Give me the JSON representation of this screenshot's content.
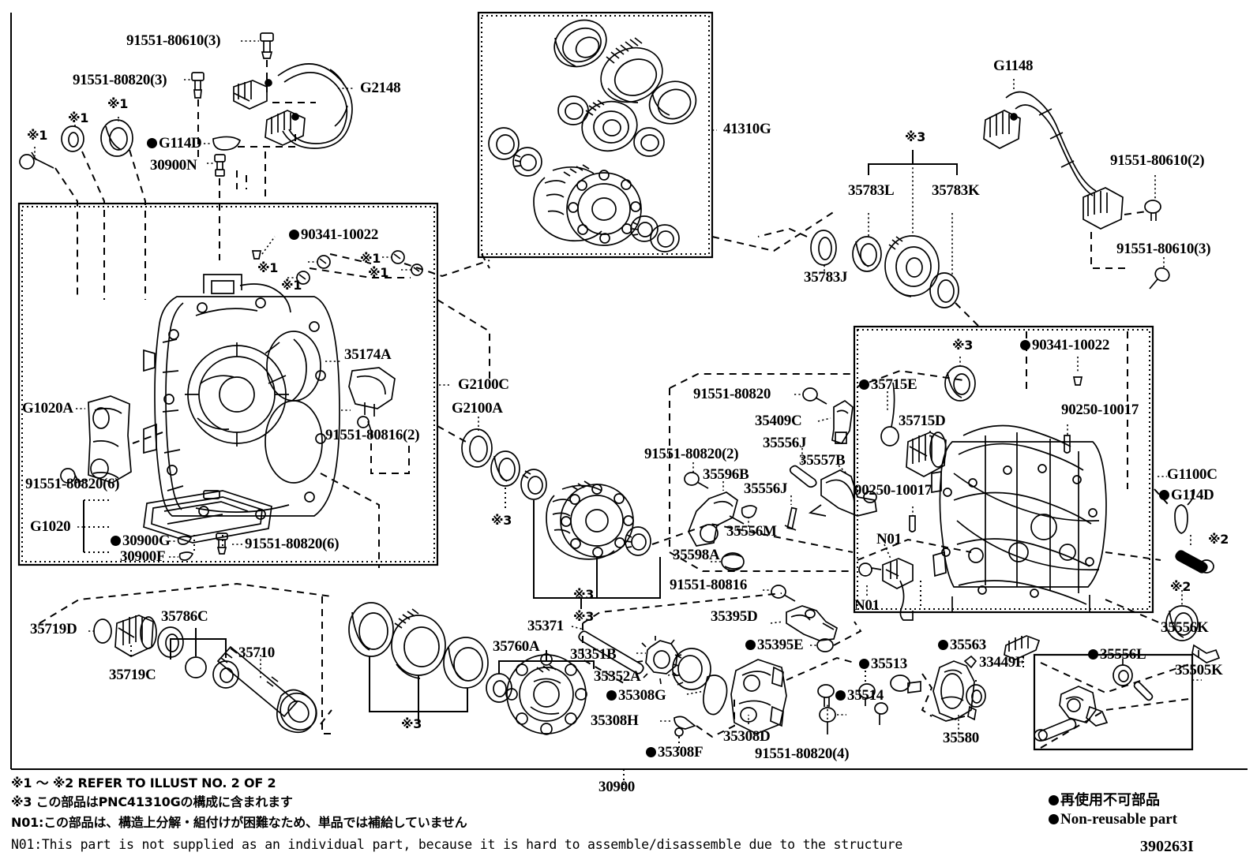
{
  "diagram": {
    "title": "Transaxle Housing & Case Parts Diagram",
    "drawing_number": "390263I"
  },
  "labels": {
    "top_left": [
      {
        "id": "l1",
        "text": "91551-80610(3)",
        "dot": false
      },
      {
        "id": "l2",
        "text": "91551-80820(3)",
        "dot": false
      },
      {
        "id": "l3",
        "text": "G2148",
        "dot": false
      },
      {
        "id": "l4",
        "text": "G114D",
        "dot": true
      },
      {
        "id": "l5",
        "text": "30900N",
        "dot": false
      },
      {
        "id": "r1",
        "text": "※1"
      },
      {
        "id": "r2",
        "text": "※1"
      },
      {
        "id": "r3",
        "text": "※1"
      },
      {
        "id": "r4",
        "text": "※1"
      }
    ],
    "housing_box": [
      {
        "id": "h1",
        "text": "90341-10022",
        "dot": true
      },
      {
        "id": "h2",
        "text": "35174A",
        "dot": false
      },
      {
        "id": "h3",
        "text": "G1020A",
        "dot": false
      },
      {
        "id": "h4",
        "text": "91551-80816(2)",
        "dot": false
      },
      {
        "id": "h5",
        "text": "91551-80820(6)",
        "dot": false
      },
      {
        "id": "h6",
        "text": "G1020",
        "dot": false
      },
      {
        "id": "h7",
        "text": "30900G",
        "dot": true
      },
      {
        "id": "h8",
        "text": "30900F",
        "dot": false
      },
      {
        "id": "h9",
        "text": "91551-80820(6)",
        "dot": false
      },
      {
        "id": "hr1",
        "text": "※1"
      },
      {
        "id": "hr2",
        "text": "※1"
      },
      {
        "id": "hr3",
        "text": "※1"
      },
      {
        "id": "hr4",
        "text": "※1"
      }
    ],
    "inset_top": [
      {
        "id": "i1",
        "text": "41310G",
        "dot": false
      }
    ],
    "top_right": [
      {
        "id": "t1",
        "text": "G1148",
        "dot": false
      },
      {
        "id": "t2",
        "text": "91551-80610(2)",
        "dot": false
      },
      {
        "id": "t3",
        "text": "91551-80610(3)",
        "dot": false
      },
      {
        "id": "t4",
        "text": "35783L",
        "dot": false
      },
      {
        "id": "t5",
        "text": "35783K",
        "dot": false
      },
      {
        "id": "t6",
        "text": "35783J",
        "dot": false
      },
      {
        "id": "t7",
        "text": "※3"
      }
    ],
    "center": [
      {
        "id": "c1",
        "text": "G2100C",
        "dot": false
      },
      {
        "id": "c2",
        "text": "G2100A",
        "dot": false
      },
      {
        "id": "c3",
        "text": "※3"
      },
      {
        "id": "c4",
        "text": "※3"
      }
    ],
    "mid_left_levers": [
      {
        "id": "m1",
        "text": "91551-80820",
        "dot": false
      },
      {
        "id": "m2",
        "text": "35409C",
        "dot": false
      },
      {
        "id": "m3",
        "text": "35556J",
        "dot": false
      },
      {
        "id": "m4",
        "text": "35557B",
        "dot": false
      },
      {
        "id": "m5",
        "text": "91551-80820(2)",
        "dot": false
      },
      {
        "id": "m6",
        "text": "35596B",
        "dot": false
      },
      {
        "id": "m7",
        "text": "35556J",
        "dot": false
      },
      {
        "id": "m8",
        "text": "35556M",
        "dot": false
      },
      {
        "id": "m9",
        "text": "35598A",
        "dot": false
      },
      {
        "id": "m10",
        "text": "91551-80816",
        "dot": false
      },
      {
        "id": "m11",
        "text": "35395D",
        "dot": false
      },
      {
        "id": "m12",
        "text": "35395E",
        "dot": true
      }
    ],
    "case_box": [
      {
        "id": "b1",
        "text": "90341-10022",
        "dot": true
      },
      {
        "id": "b2",
        "text": "35715E",
        "dot": true
      },
      {
        "id": "b3",
        "text": "35715D",
        "dot": false
      },
      {
        "id": "b4",
        "text": "90250-10017",
        "dot": false
      },
      {
        "id": "b5",
        "text": "90250-10017",
        "dot": false
      },
      {
        "id": "b6",
        "text": "N01",
        "dot": false
      },
      {
        "id": "b7",
        "text": "N01",
        "dot": false
      },
      {
        "id": "b8",
        "text": "※3"
      }
    ],
    "right_edge": [
      {
        "id": "e1",
        "text": "G1100C",
        "dot": false
      },
      {
        "id": "e2",
        "text": "G114D",
        "dot": true
      },
      {
        "id": "e3",
        "text": "※2"
      },
      {
        "id": "e4",
        "text": "※2"
      },
      {
        "id": "e5",
        "text": "35556K",
        "dot": false
      }
    ],
    "bottom_left": [
      {
        "id": "p1",
        "text": "35719D",
        "dot": false
      },
      {
        "id": "p2",
        "text": "35786C",
        "dot": false
      },
      {
        "id": "p3",
        "text": "35719C",
        "dot": false
      },
      {
        "id": "p4",
        "text": "35710",
        "dot": false
      },
      {
        "id": "p5",
        "text": "※3"
      }
    ],
    "bottom_center": [
      {
        "id": "q1",
        "text": "35371",
        "dot": false
      },
      {
        "id": "q2",
        "text": "35760A",
        "dot": false
      },
      {
        "id": "q3",
        "text": "35351B",
        "dot": false
      },
      {
        "id": "q4",
        "text": "35352A",
        "dot": false
      },
      {
        "id": "q5",
        "text": "35308G",
        "dot": true
      },
      {
        "id": "q6",
        "text": "35308H",
        "dot": false
      },
      {
        "id": "q7",
        "text": "35308F",
        "dot": true
      },
      {
        "id": "q8",
        "text": "35308D",
        "dot": false
      },
      {
        "id": "q9",
        "text": "91551-80820(4)",
        "dot": false
      },
      {
        "id": "q10",
        "text": "30900",
        "dot": false
      },
      {
        "id": "q11",
        "text": "※3"
      }
    ],
    "bottom_right": [
      {
        "id": "s1",
        "text": "35513",
        "dot": true
      },
      {
        "id": "s2",
        "text": "35563",
        "dot": true
      },
      {
        "id": "s3",
        "text": "33449F",
        "dot": false
      },
      {
        "id": "s4",
        "text": "35514",
        "dot": true
      },
      {
        "id": "s5",
        "text": "35580",
        "dot": false
      },
      {
        "id": "s6",
        "text": "35556L",
        "dot": true
      },
      {
        "id": "s7",
        "text": "35505K",
        "dot": false
      }
    ]
  },
  "footnotes": [
    {
      "id": "f1",
      "text": "※1 ～ ※2 REFER TO ILLUST NO. 2 OF 2",
      "lang": "en"
    },
    {
      "id": "f2",
      "text": "※3 この部品はPNC41310Gの構成に含まれます",
      "lang": "jp"
    },
    {
      "id": "f3",
      "text": "N01:この部品は、構造上分解・組付けが困難なため、単品では補給していません",
      "lang": "jp"
    },
    {
      "id": "f4",
      "text": "N01:This part is not supplied as an individual part, because it is hard to assemble/disassemble due to the structure",
      "lang": "en"
    }
  ],
  "legend": {
    "jp": "再使用不可部品",
    "en": "Non-reusable part",
    "marker": "filled-circle"
  }
}
